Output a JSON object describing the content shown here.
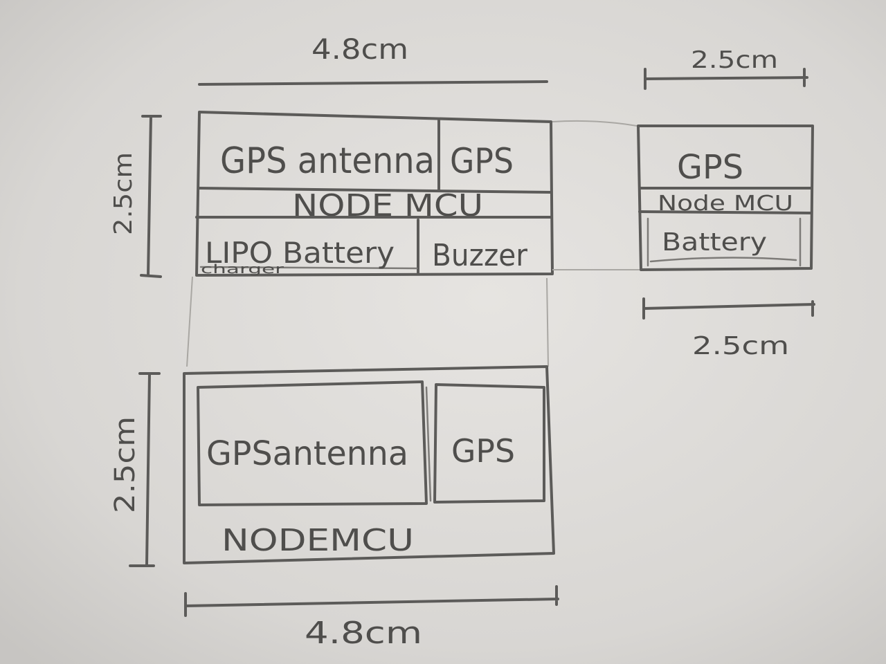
{
  "top_view": {
    "width_label": "4.8cm",
    "height_label": "2.5cm",
    "gps_antenna": "GPS antenna",
    "gps": "GPS",
    "nodemcu": "NODE MCU",
    "battery": "LIPO Battery",
    "charger": "charger",
    "buzzer": "Buzzer"
  },
  "side_view": {
    "top_width_label": "2.5cm",
    "bottom_width_label": "2.5cm",
    "gps": "GPS",
    "nodemcu": "Node MCU",
    "battery": "Battery"
  },
  "bottom_view": {
    "height_label": "2.5cm",
    "width_label": "4.8cm",
    "gps_antenna": "GPSantenna",
    "gps": "GPS",
    "nodemcu": "NODEMCU"
  },
  "colors": {
    "paper": "#d9d7d4",
    "pencil": "#5c5b59"
  }
}
